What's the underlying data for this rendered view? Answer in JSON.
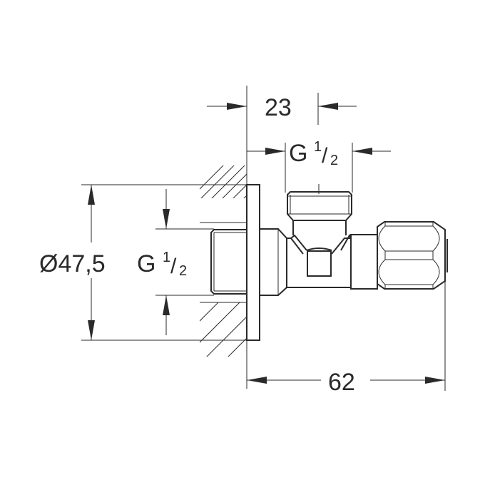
{
  "drawing": {
    "type": "technical-dimension-drawing",
    "subject": "angle valve",
    "colors": {
      "line": "#2a2a2a",
      "background": "#ffffff"
    }
  },
  "dimensions": {
    "top_width": {
      "value": "23"
    },
    "top_thread": {
      "prefix": "G",
      "num": "1",
      "den": "2"
    },
    "diameter": {
      "value": "Ø47,5"
    },
    "side_thread": {
      "prefix": "G",
      "num": "1",
      "den": "2"
    },
    "overall_length": {
      "value": "62"
    }
  }
}
